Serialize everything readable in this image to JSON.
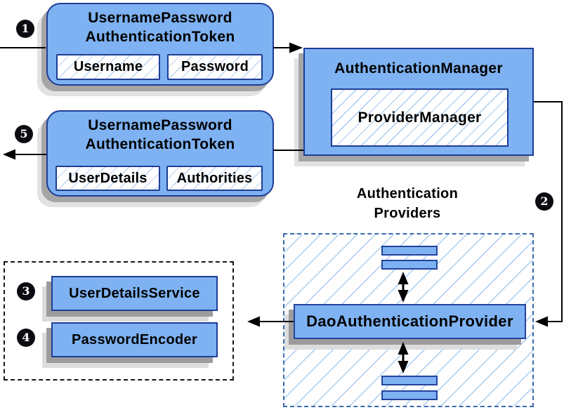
{
  "colors": {
    "node_fill": "#7EB2F2",
    "node_border": "#1E3D96",
    "hatch_line": "#A9CBEE",
    "providers_dash_border": "#3A6AB0",
    "services_dash_border": "#161616",
    "shadow_dark": "#A0A0A0",
    "shadow_light": "#DFDFDF",
    "edge": "#000000",
    "badge_bg": "#0B0B12",
    "badge_text": "#FFFFFF"
  },
  "badges": {
    "step1": "1",
    "step2": "2",
    "step3": "3",
    "step4": "4",
    "step5": "5"
  },
  "nodes": {
    "request_token": {
      "title": [
        "UsernamePassword",
        "AuthenticationToken"
      ],
      "fields": [
        "Username",
        "Password"
      ]
    },
    "authentication_manager": {
      "title": "AuthenticationManager",
      "inner": "ProviderManager"
    },
    "response_token": {
      "title": [
        "UsernamePassword",
        "AuthenticationToken"
      ],
      "fields": [
        "UserDetails",
        "Authorities"
      ]
    },
    "providers_label": [
      "Authentication",
      "Providers"
    ],
    "dao_provider": {
      "title": "DaoAuthenticationProvider"
    },
    "services": {
      "user_details_service": "UserDetailsService",
      "password_encoder": "PasswordEncoder"
    }
  }
}
